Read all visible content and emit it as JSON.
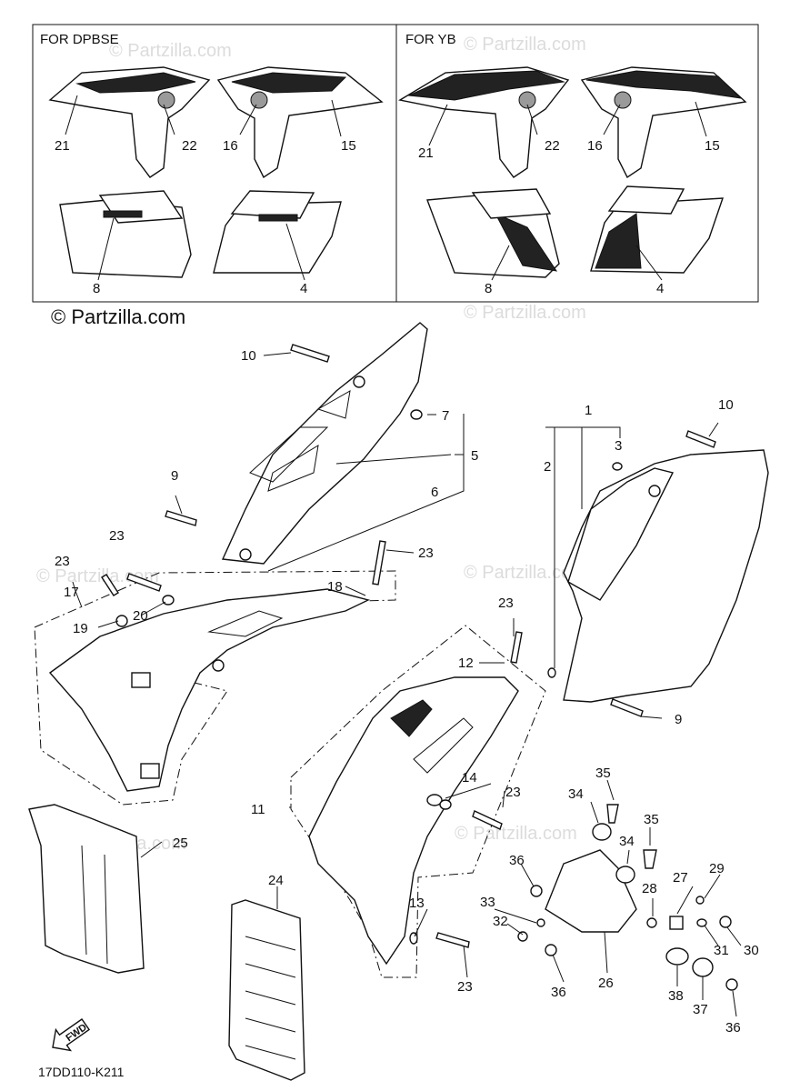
{
  "variants": {
    "left_title": "FOR DPBSE",
    "right_title": "FOR YB"
  },
  "copyright": "© Partzilla.com",
  "watermark": "© Partzilla.com",
  "diagram_code": "17DD110-K211",
  "fwd_label": "FWD",
  "callouts": {
    "p1": "1",
    "p2": "2",
    "p3": "3",
    "p4": "4",
    "p5": "5",
    "p6": "6",
    "p7": "7",
    "p8": "8",
    "p9": "9",
    "p10": "10",
    "p11": "11",
    "p12": "12",
    "p13": "13",
    "p14": "14",
    "p15": "15",
    "p16": "16",
    "p17": "17",
    "p18": "18",
    "p19": "19",
    "p20": "20",
    "p21": "21",
    "p22": "22",
    "p23": "23",
    "p24": "24",
    "p25": "25",
    "p26": "26",
    "p27": "27",
    "p28": "28",
    "p29": "29",
    "p30": "30",
    "p31": "31",
    "p32": "32",
    "p33": "33",
    "p34": "34",
    "p35": "35",
    "p36": "36",
    "p37": "37",
    "p38": "38"
  }
}
